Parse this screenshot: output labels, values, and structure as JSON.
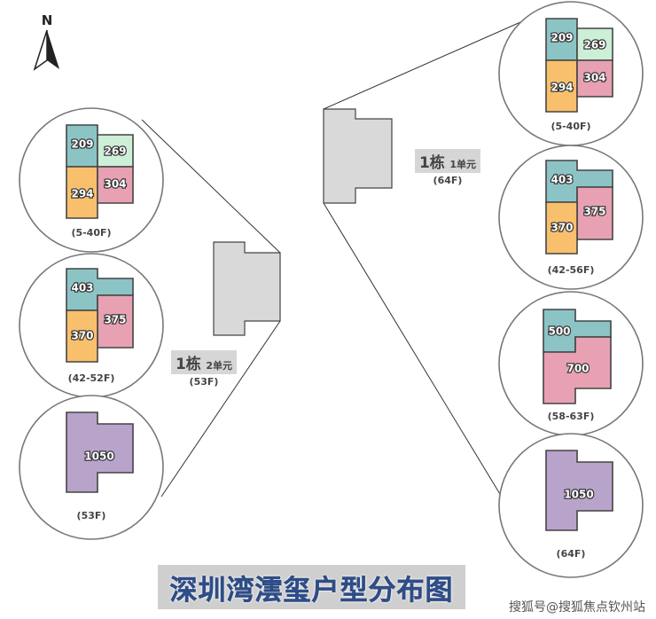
{
  "north_label": "N",
  "colors": {
    "teal": "#8cc4c6",
    "mint": "#cdeed7",
    "orange": "#f8c06c",
    "pink": "#e8a1b3",
    "purple": "#b8a3cb",
    "building": "#d9d9d9",
    "outline": "#444444"
  },
  "left_building": {
    "name": "1栋",
    "unit": "2单元",
    "floors": "(53F)"
  },
  "right_building": {
    "name": "1栋",
    "unit": "1单元",
    "floors": "(64F)"
  },
  "left_plans": [
    {
      "floors": "(5-40F)",
      "layout": "four",
      "units": [
        {
          "label": "209",
          "color": "teal"
        },
        {
          "label": "269",
          "color": "mint"
        },
        {
          "label": "294",
          "color": "orange"
        },
        {
          "label": "304",
          "color": "pink"
        }
      ]
    },
    {
      "floors": "(42-52F)",
      "layout": "three",
      "units": [
        {
          "label": "403",
          "color": "teal"
        },
        {
          "label": "375",
          "color": "pink"
        },
        {
          "label": "370",
          "color": "orange"
        }
      ]
    },
    {
      "floors": "(53F)",
      "layout": "one",
      "units": [
        {
          "label": "1050",
          "color": "purple"
        }
      ]
    }
  ],
  "right_plans": [
    {
      "floors": "(5-40F)",
      "layout": "four",
      "units": [
        {
          "label": "209",
          "color": "teal"
        },
        {
          "label": "269",
          "color": "mint"
        },
        {
          "label": "294",
          "color": "orange"
        },
        {
          "label": "304",
          "color": "pink"
        }
      ]
    },
    {
      "floors": "(42-56F)",
      "layout": "three",
      "units": [
        {
          "label": "403",
          "color": "teal"
        },
        {
          "label": "375",
          "color": "pink"
        },
        {
          "label": "370",
          "color": "orange"
        }
      ]
    },
    {
      "floors": "(58-63F)",
      "layout": "two",
      "units": [
        {
          "label": "500",
          "color": "teal"
        },
        {
          "label": "700",
          "color": "pink"
        }
      ]
    },
    {
      "floors": "(64F)",
      "layout": "one",
      "units": [
        {
          "label": "1050",
          "color": "purple"
        }
      ]
    }
  ],
  "title": "深圳湾澐玺户型分布图",
  "watermark": "搜狐号@搜狐焦点钦州站"
}
